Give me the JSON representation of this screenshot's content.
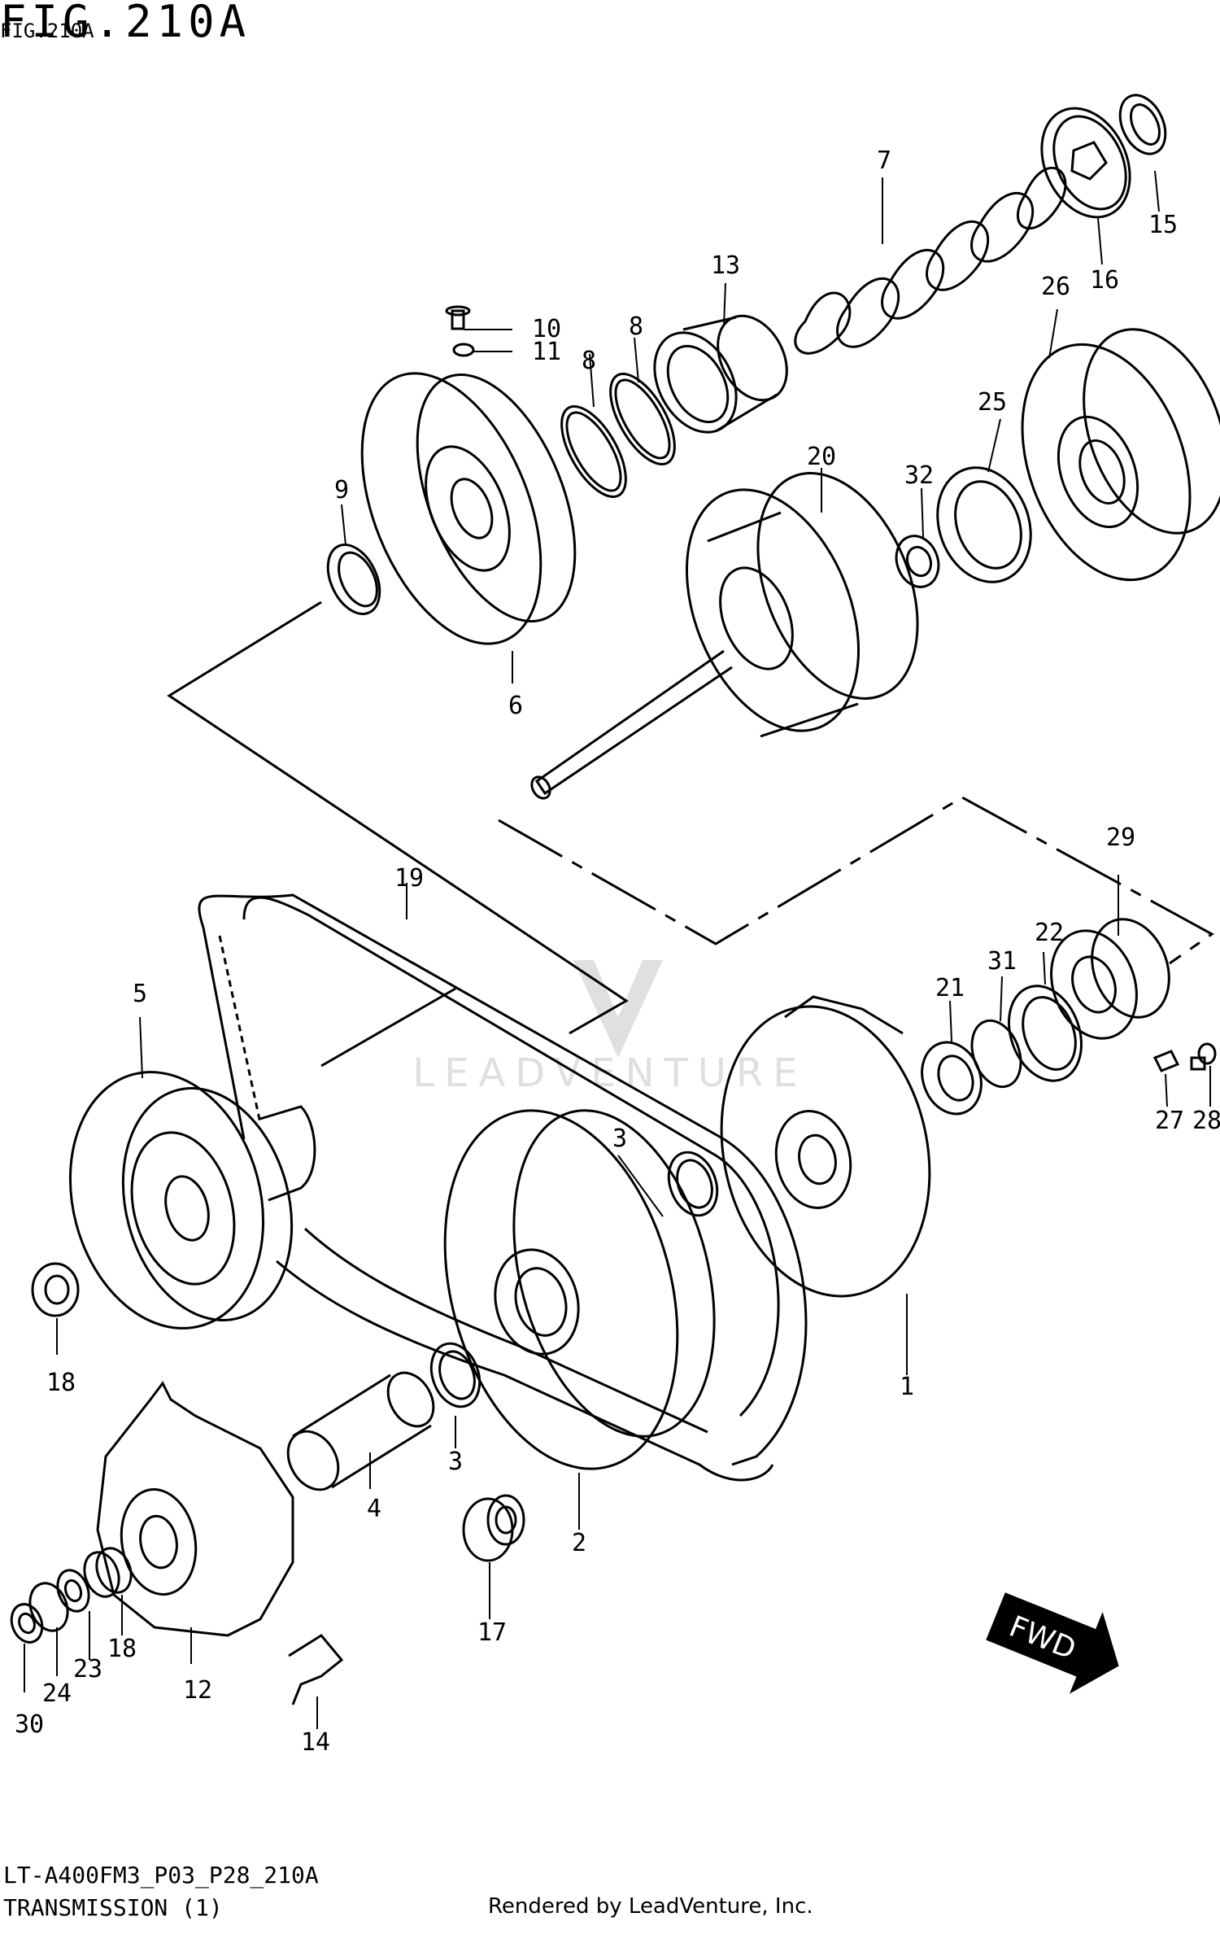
{
  "figure": {
    "title": "FIG.210A",
    "subtitle": "FIG.210A"
  },
  "footer": {
    "model_code": "LT-A400FM3_P03_P28_210A",
    "group_name": "TRANSMISSION (1)",
    "credit": "Rendered by LeadVenture, Inc."
  },
  "watermark": "LEADVENTURE",
  "fwd_label": "FWD",
  "callouts": [
    {
      "id": "c1",
      "text": "1"
    },
    {
      "id": "c2",
      "text": "2"
    },
    {
      "id": "c3a",
      "text": "3"
    },
    {
      "id": "c3b",
      "text": "3"
    },
    {
      "id": "c4",
      "text": "4"
    },
    {
      "id": "c5",
      "text": "5"
    },
    {
      "id": "c6",
      "text": "6"
    },
    {
      "id": "c7",
      "text": "7"
    },
    {
      "id": "c8a",
      "text": "8"
    },
    {
      "id": "c8b",
      "text": "8"
    },
    {
      "id": "c9",
      "text": "9"
    },
    {
      "id": "c10",
      "text": "10"
    },
    {
      "id": "c11",
      "text": "11"
    },
    {
      "id": "c12",
      "text": "12"
    },
    {
      "id": "c13",
      "text": "13"
    },
    {
      "id": "c14",
      "text": "14"
    },
    {
      "id": "c15",
      "text": "15"
    },
    {
      "id": "c16",
      "text": "16"
    },
    {
      "id": "c17",
      "text": "17"
    },
    {
      "id": "c18a",
      "text": "18"
    },
    {
      "id": "c18b",
      "text": "18"
    },
    {
      "id": "c19",
      "text": "19"
    },
    {
      "id": "c20",
      "text": "20"
    },
    {
      "id": "c21",
      "text": "21"
    },
    {
      "id": "c22",
      "text": "22"
    },
    {
      "id": "c23",
      "text": "23"
    },
    {
      "id": "c24",
      "text": "24"
    },
    {
      "id": "c25",
      "text": "25"
    },
    {
      "id": "c26",
      "text": "26"
    },
    {
      "id": "c27",
      "text": "27"
    },
    {
      "id": "c28",
      "text": "28"
    },
    {
      "id": "c29",
      "text": "29"
    },
    {
      "id": "c30",
      "text": "30"
    },
    {
      "id": "c31",
      "text": "31"
    },
    {
      "id": "c32",
      "text": "32"
    }
  ]
}
